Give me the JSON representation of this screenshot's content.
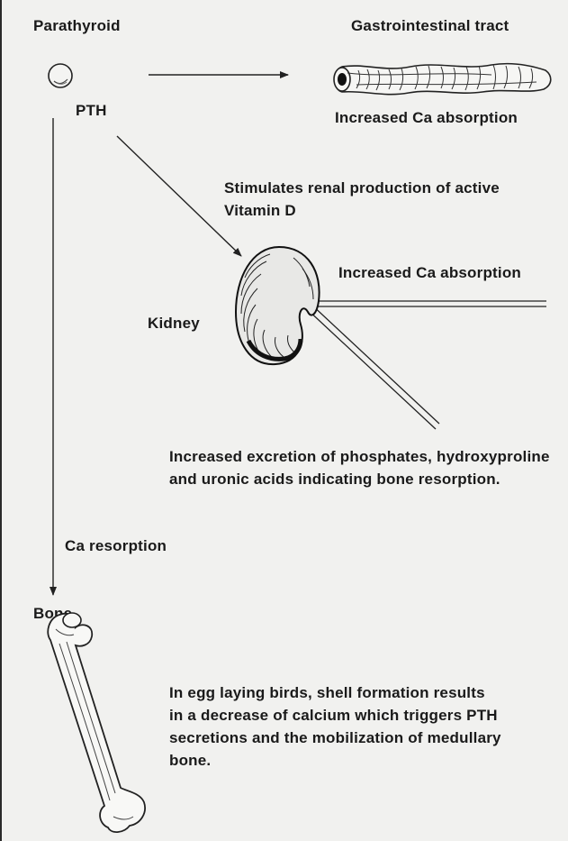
{
  "labels": {
    "parathyroid": "Parathyroid",
    "pth": "PTH",
    "gi_tract": "Gastrointestinal tract",
    "gi_absorption": "Increased Ca absorption",
    "renal_vitd": "Stimulates renal production of active Vitamin D",
    "kidney": "Kidney",
    "kidney_absorption": "Increased Ca absorption",
    "excretion": "Increased excretion of phosphates, hydroxyproline and uronic acids indicating bone resorption.",
    "ca_resorption": "Ca resorption",
    "bone": "Bone",
    "egg_note": "In egg laying birds, shell formation results in a decrease of calcium which triggers PTH secretions and the mobilization of medullary bone."
  },
  "icons": [
    "parathyroid-gland-icon",
    "intestine-icon",
    "kidney-icon",
    "bone-icon"
  ]
}
